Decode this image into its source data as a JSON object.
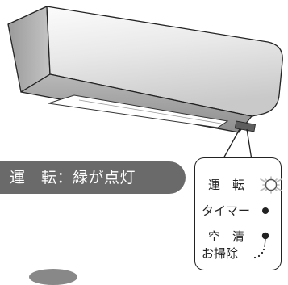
{
  "status_badge": {
    "text": "運　転：緑が点灯"
  },
  "indicator_panel": {
    "items": [
      {
        "label": "運　転",
        "state": "lit-green"
      },
      {
        "label": "タイマー",
        "state": "off"
      },
      {
        "label": "空　清",
        "state": "off"
      },
      {
        "label": "お掃除",
        "state": "off-dotted"
      }
    ]
  },
  "colors": {
    "badge": "#6a6a6a",
    "outline": "#222222",
    "lit_glow": "#cfcfcf"
  }
}
